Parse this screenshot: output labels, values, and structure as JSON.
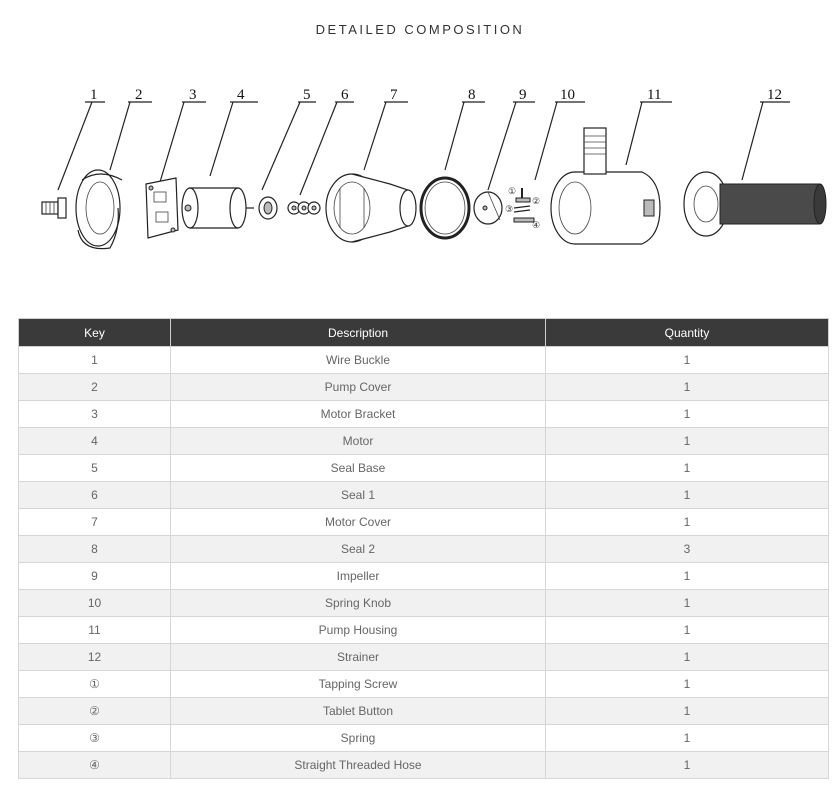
{
  "title": "DETAILED COMPOSITION",
  "callouts": [
    "1",
    "2",
    "3",
    "4",
    "5",
    "6",
    "7",
    "8",
    "9",
    "10",
    "11",
    "12"
  ],
  "sub_callouts": [
    "①",
    "②",
    "③",
    "④"
  ],
  "table": {
    "headers": [
      "Key",
      "Description",
      "Quantity"
    ],
    "rows": [
      {
        "key": "1",
        "desc": "Wire Buckle",
        "qty": "1"
      },
      {
        "key": "2",
        "desc": "Pump Cover",
        "qty": "1"
      },
      {
        "key": "3",
        "desc": "Motor Bracket",
        "qty": "1"
      },
      {
        "key": "4",
        "desc": "Motor",
        "qty": "1"
      },
      {
        "key": "5",
        "desc": "Seal Base",
        "qty": "1"
      },
      {
        "key": "6",
        "desc": "Seal 1",
        "qty": "1"
      },
      {
        "key": "7",
        "desc": "Motor Cover",
        "qty": "1"
      },
      {
        "key": "8",
        "desc": "Seal 2",
        "qty": "3"
      },
      {
        "key": "9",
        "desc": "Impeller",
        "qty": "1"
      },
      {
        "key": "10",
        "desc": "Spring Knob",
        "qty": "1"
      },
      {
        "key": "11",
        "desc": "Pump Housing",
        "qty": "1"
      },
      {
        "key": "12",
        "desc": "Strainer",
        "qty": "1"
      },
      {
        "key": "①",
        "desc": "Tapping Screw",
        "qty": "1"
      },
      {
        "key": "②",
        "desc": "Tablet Button",
        "qty": "1"
      },
      {
        "key": "③",
        "desc": "Spring",
        "qty": "1"
      },
      {
        "key": "④",
        "desc": "Straight Threaded Hose",
        "qty": "1"
      }
    ]
  }
}
